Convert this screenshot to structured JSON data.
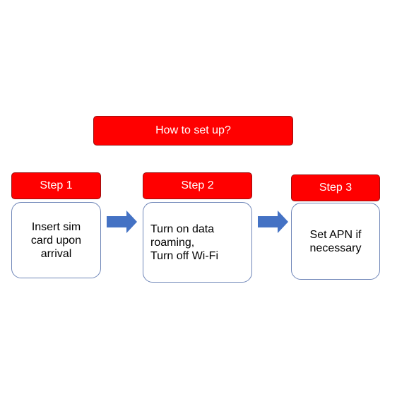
{
  "title": "How to set up?",
  "steps": [
    {
      "label": "Step 1",
      "text": "Insert sim\ncard upon\narrival"
    },
    {
      "label": "Step 2",
      "text": "Turn on data\nroaming,\nTurn off Wi-Fi"
    },
    {
      "label": "Step 3",
      "text": "Set APN if\nnecessary"
    }
  ],
  "colors": {
    "header_fill": "#ff0000",
    "box_border": "#6f86b8",
    "arrow_fill": "#4472c4"
  }
}
